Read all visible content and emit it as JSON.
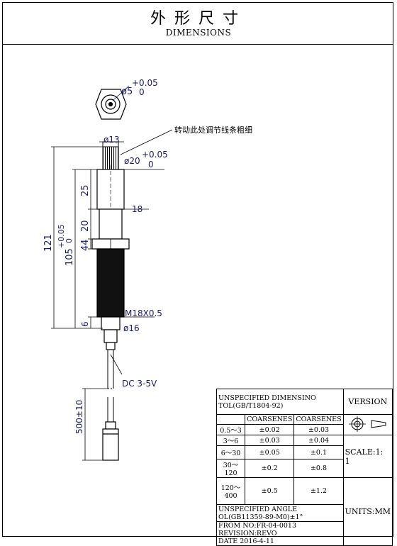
{
  "header": {
    "title_cn": "外形尺寸",
    "title_en": "DIMENSIONS"
  },
  "drawing": {
    "top_view_dim": "ø5",
    "top_view_tol_upper": "+0.05",
    "top_view_tol_lower": "0",
    "knob_diameter": "ø13",
    "note_cn": "转动此处调节线条粗细",
    "body_diameter": "ø20",
    "body_tol_upper": "+0.05",
    "body_tol_lower": "0",
    "dim_25": "25",
    "dim_18": "18",
    "dim_20": "20",
    "dim_44": "44",
    "dim_121": "121",
    "dim_105": "105",
    "dim_105_tol_upper": "+0.05",
    "dim_105_tol_lower": "0",
    "thread": "M18X0.5",
    "dim_6": "6",
    "base_diameter": "ø16",
    "voltage": "DC 3-5V",
    "cable_length": "500±10"
  },
  "tolerance_table": {
    "title": "UNSPECIFIED DIMENSINO TOL(GB/T1804-92)",
    "col1": "COARSENES",
    "col2": "COARSENES",
    "rows": [
      {
        "range": "0.5～3",
        "a": "±0.02",
        "b": "±0.03"
      },
      {
        "range": "3～6",
        "a": "±0.03",
        "b": "±0.04"
      },
      {
        "range": "6～30",
        "a": "±0.05",
        "b": "±0.1"
      },
      {
        "range": "30～120",
        "a": "±0.2",
        "b": "±0.8"
      },
      {
        "range": "120～400",
        "a": "±0.5",
        "b": "±1.2"
      }
    ],
    "angle_note": "UNSPECIFIED ANGLE OL(GB11359-89-M0)±1°",
    "form_no": "FROM NO:FR-04-0013 REVISION:REVO",
    "date": "DATE 2016-4-11",
    "version": "VERSION",
    "scale_label": "SCALE:1:",
    "scale_value": "1",
    "units": "UNITS:MM"
  }
}
